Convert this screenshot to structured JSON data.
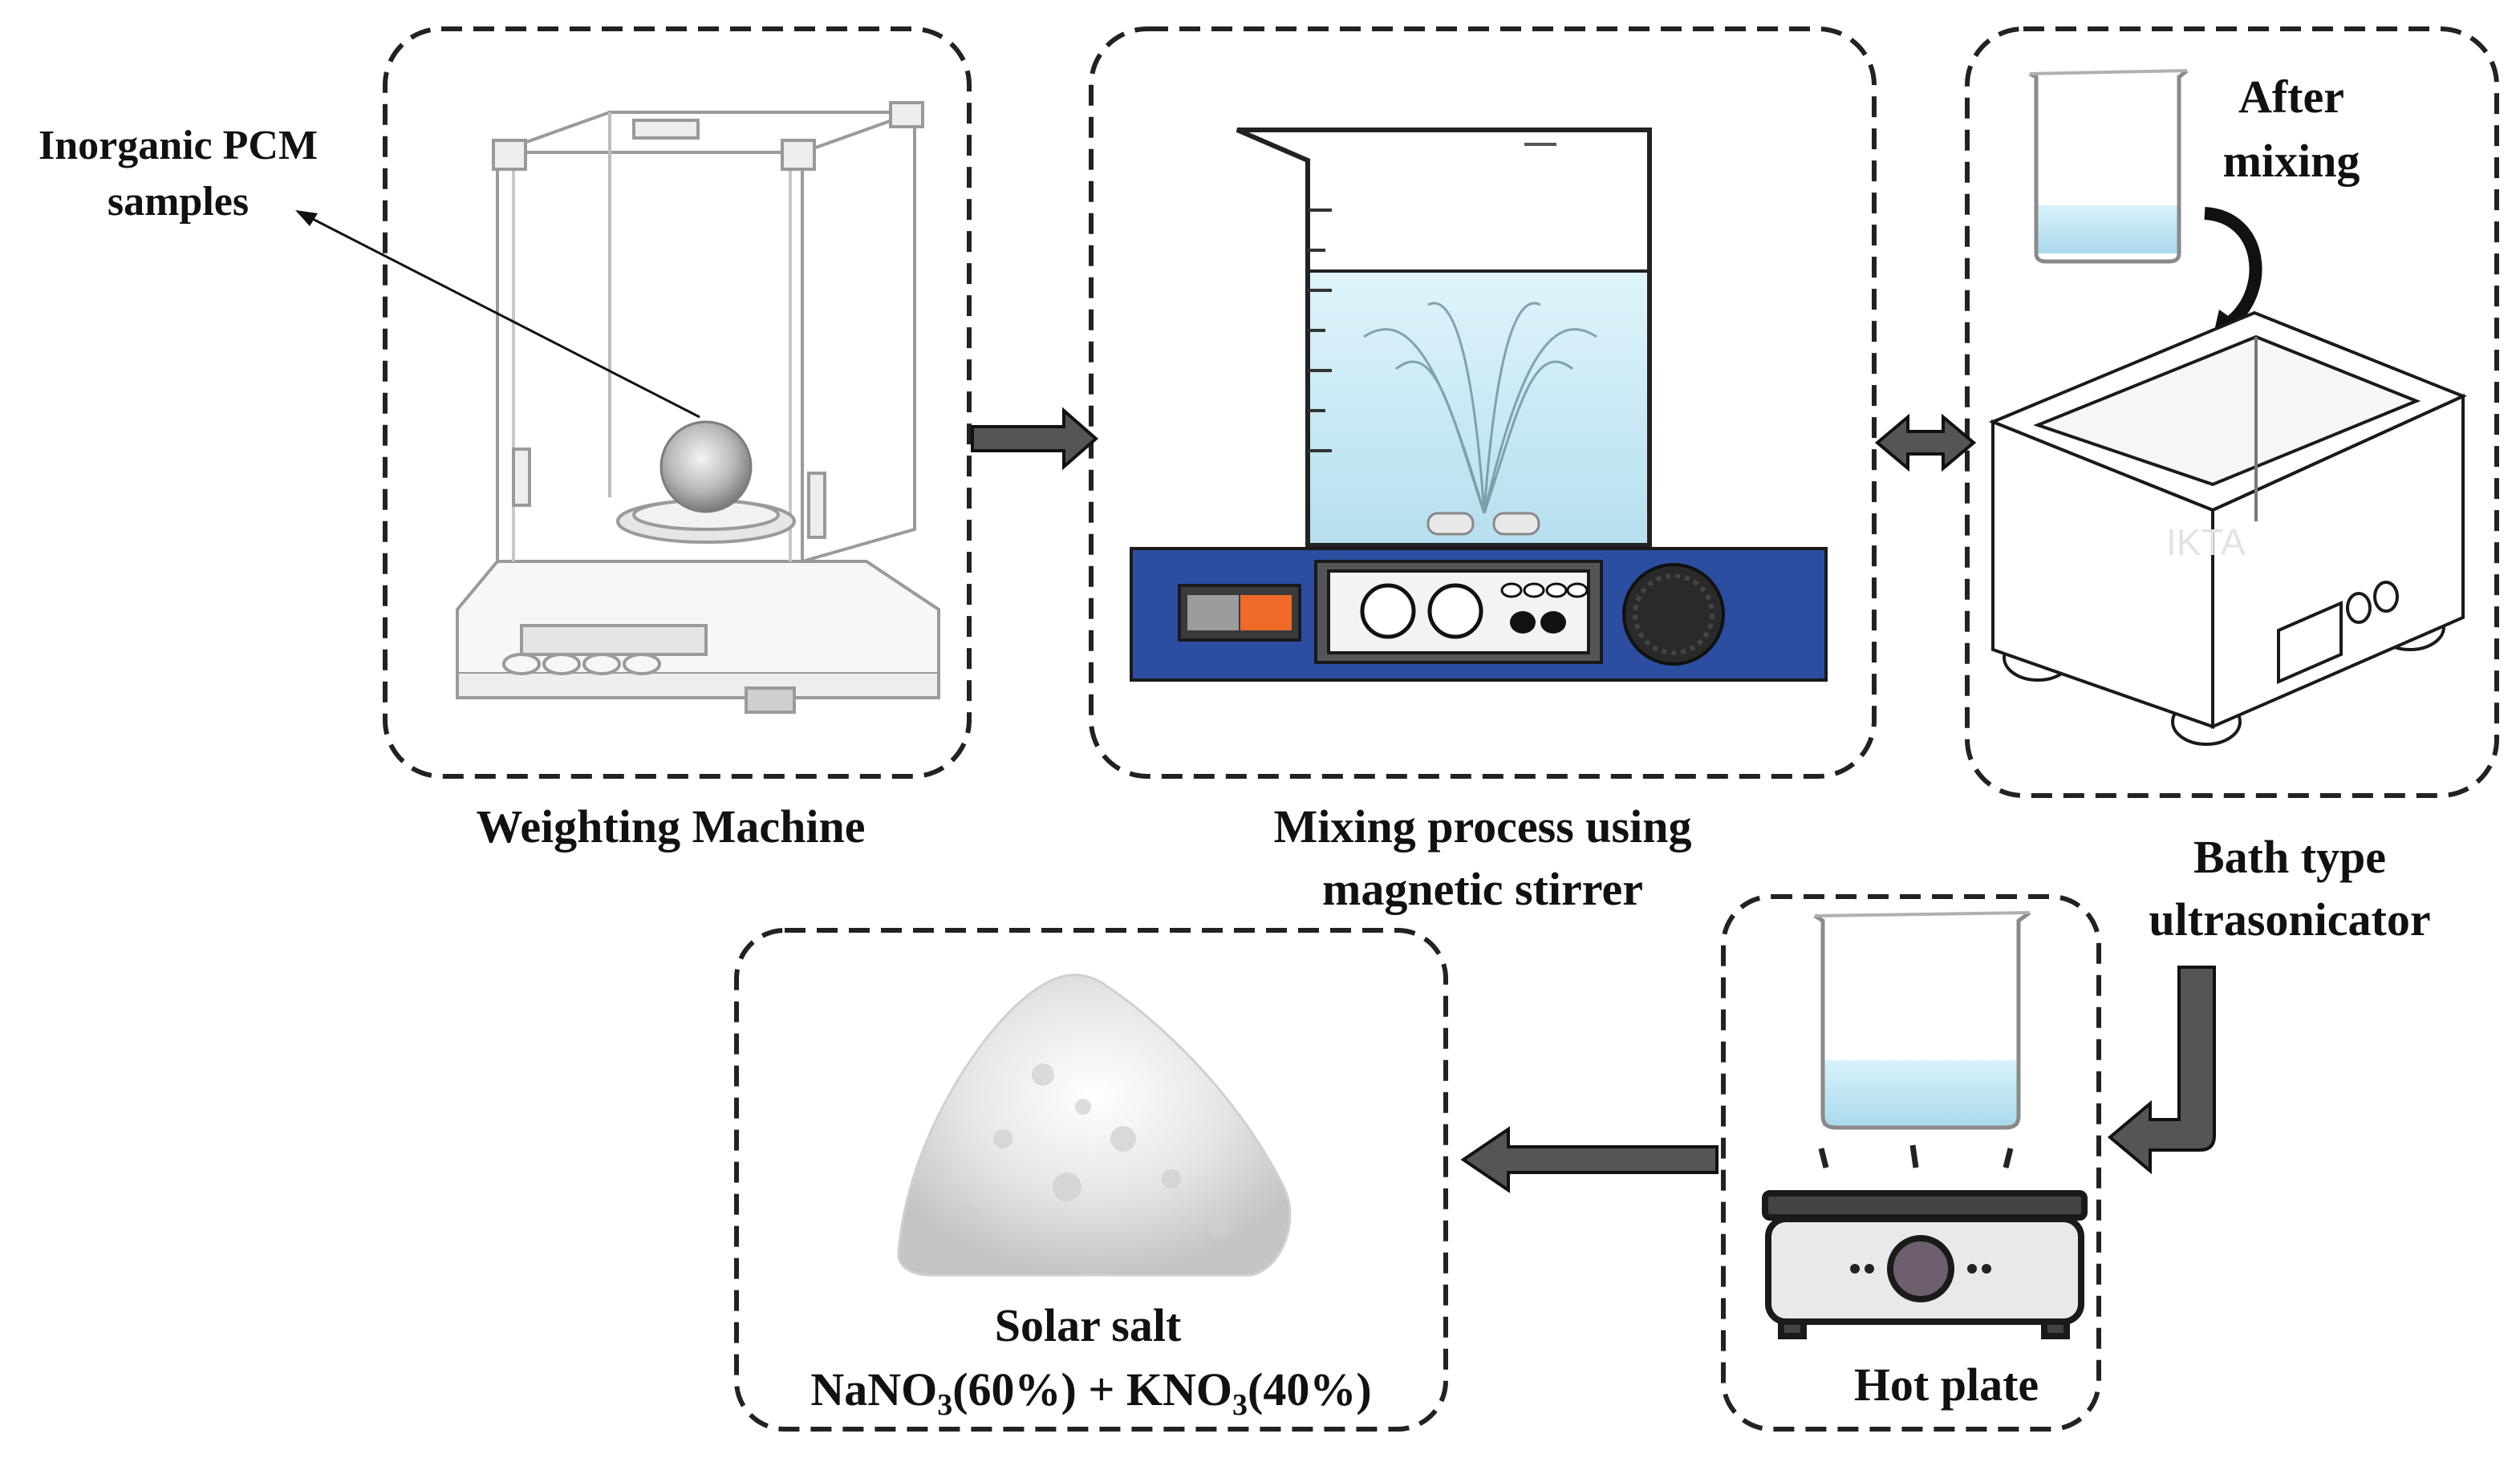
{
  "labels": {
    "inorganic_pcm_line1": "Inorganic PCM",
    "inorganic_pcm_line2": "samples",
    "weighting_machine": "Weighting Machine",
    "mixing_line1": "Mixing process using",
    "mixing_line2": "magnetic stirrer",
    "after_mixing_line1": "After",
    "after_mixing_line2": "mixing",
    "bath_line1": "Bath type",
    "bath_line2": "ultrasonicator",
    "hot_plate": "Hot plate",
    "solar_salt": "Solar salt",
    "formula_na": "NaNO",
    "formula_sub1": "3",
    "formula_mid": "(60%) + KNO",
    "formula_sub2": "3",
    "formula_end": "(40%)"
  },
  "watermark": "IKTA",
  "colors": {
    "stirrer_base": "#2b4ea0",
    "switch_orange": "#f06a2a",
    "water": "#bfe8f5",
    "arrow_fill": "#555555"
  }
}
